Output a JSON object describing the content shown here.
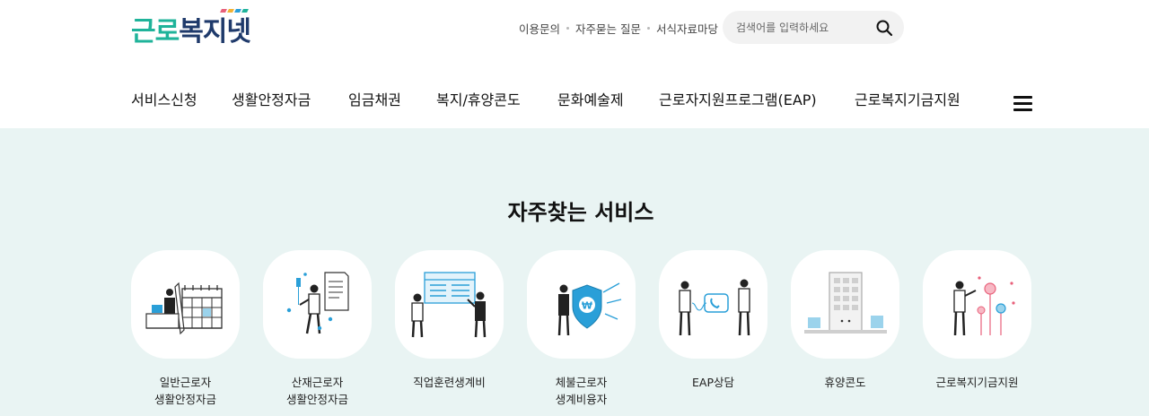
{
  "header": {
    "logo": {
      "part1": "근로",
      "part2": "복지넷"
    },
    "utility_links": [
      "이용문의",
      "자주묻는 질문",
      "서식자료마당"
    ],
    "search": {
      "placeholder": "검색어를 입력하세요",
      "value": ""
    },
    "nav": [
      "서비스신청",
      "생활안정자금",
      "임금채권",
      "복지/휴양콘도",
      "문화예술제",
      "근로자지원프로그램(EAP)",
      "근로복지기금지원"
    ]
  },
  "services": {
    "title": "자주찾는 서비스",
    "items": [
      {
        "label": "일반근로자\n생활안정자금",
        "icon": "calendar-worker-icon"
      },
      {
        "label": "산재근로자\n생활안정자금",
        "icon": "injured-worker-icon"
      },
      {
        "label": "직업훈련생계비",
        "icon": "training-board-icon"
      },
      {
        "label": "체불근로자\n생계비융자",
        "icon": "shield-won-icon"
      },
      {
        "label": "EAP상담",
        "icon": "phone-counsel-icon"
      },
      {
        "label": "휴양콘도",
        "icon": "condo-building-icon"
      },
      {
        "label": "근로복지기금지원",
        "icon": "fund-flowers-icon"
      }
    ]
  },
  "colors": {
    "brand_green": "#1fb39a",
    "brand_navy": "#1f3a6b",
    "section_bg": "#e9f4f3",
    "accent_blue": "#2a9fd8",
    "accent_pink": "#e8607a"
  }
}
